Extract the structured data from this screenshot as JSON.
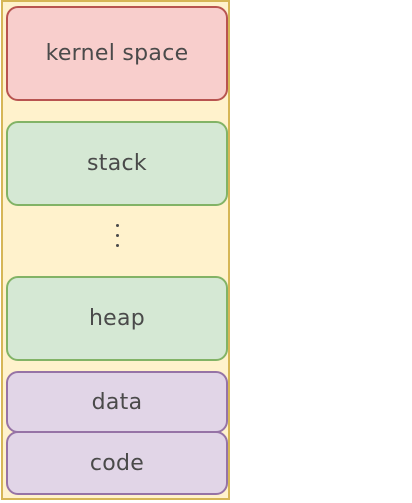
{
  "diagram": {
    "segments": {
      "kernel": "kernel space",
      "stack": "stack",
      "heap": "heap",
      "data": "data",
      "code": "code"
    },
    "colors": {
      "background": "#fff2cc",
      "background_border": "#d6b656",
      "kernel_fill": "#f8cecc",
      "kernel_border": "#b85450",
      "stack_heap_fill": "#d5e8d4",
      "stack_heap_border": "#82b366",
      "data_code_fill": "#e1d5e7",
      "data_code_border": "#9673a6"
    }
  }
}
